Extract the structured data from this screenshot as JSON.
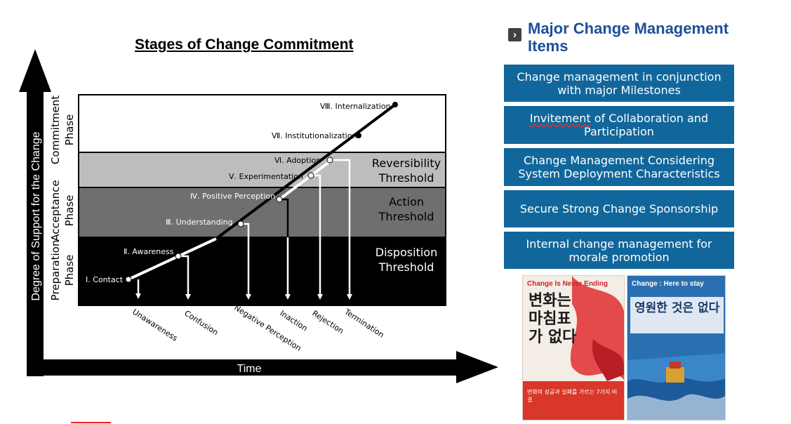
{
  "diagram": {
    "title": "Stages of Change Commitment",
    "y_axis_label": "Degree of Support for the Change",
    "x_axis_label": "Time",
    "phases": [
      {
        "line1": "Commitment",
        "line2": "Phase"
      },
      {
        "line1": "Acceptance",
        "line2": "Phase"
      },
      {
        "line1": "Preparation",
        "line2": "Phase"
      }
    ],
    "thresholds": [
      {
        "line1": "Reversibility",
        "line2": "Threshold"
      },
      {
        "line1": "Action",
        "line2": "Threshold"
      },
      {
        "line1": "Disposition",
        "line2": "Threshold"
      }
    ],
    "stages": [
      "Ⅰ. Contact",
      "Ⅱ. Awareness",
      "Ⅲ. Understanding",
      "Ⅳ. Positive Perception",
      "Ⅴ. Experimentation",
      "Ⅵ. Adoption",
      "Ⅶ. Institutionalization",
      "Ⅷ. Internalization"
    ],
    "outcomes": [
      "Unawareness",
      "Confusion",
      "Negative Perception",
      "Inaction",
      "Rejection",
      "Termination"
    ]
  },
  "right_panel": {
    "heading": "Major Change Management Items",
    "items": [
      {
        "text": "Change management in conjunction with major Milestones"
      },
      {
        "prefix": "Invitement",
        "text": " of Collaboration and Participation"
      },
      {
        "text": "Change Management Considering System Deployment Characteristics"
      },
      {
        "text": "Secure Strong Change Sponsorship"
      },
      {
        "text": "Internal change management for morale promotion"
      }
    ]
  },
  "books": [
    {
      "top": "Change Is Never Ending",
      "title": "변화는 마침표가 없다",
      "band": "변화의 성공과 실패를 가르는 7가지 비결",
      "top_color": "#c8262a",
      "band_color": "#d8372a"
    },
    {
      "top": "Change : Here to stay",
      "title": "영원한 것은 없다",
      "band_color": "#1c5a9a"
    }
  ],
  "colors": {
    "item_bg": "#11679b",
    "heading": "#1f4e9a",
    "reversibility_band": "#bdbdbd",
    "action_band": "#6f6f6f",
    "disposition_band": "#000000"
  }
}
